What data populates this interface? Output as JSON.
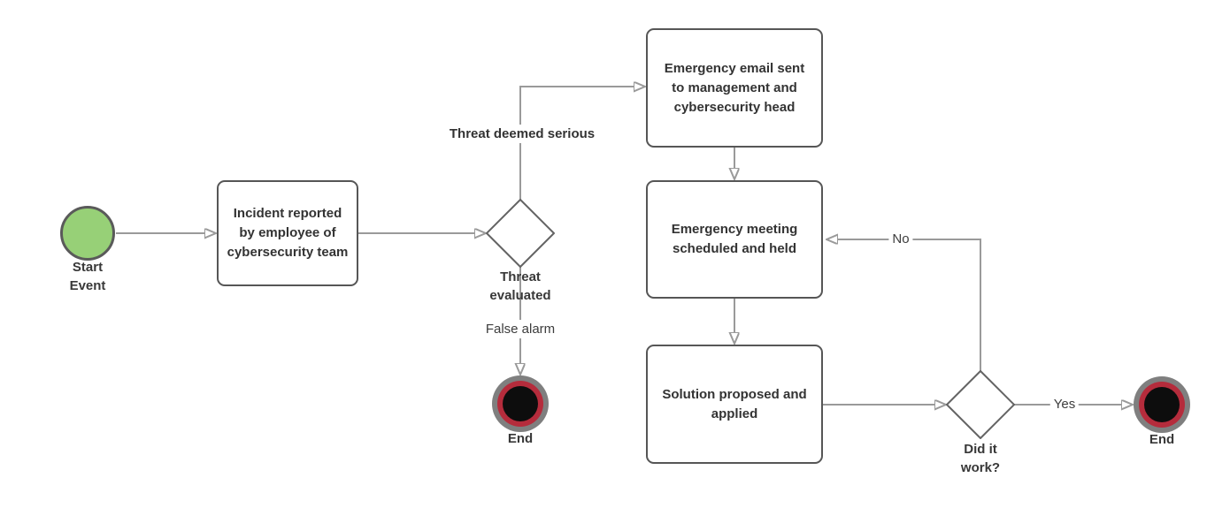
{
  "canvas": {
    "background": "#ffffff"
  },
  "palette": {
    "connector_line": "#9a9a9a",
    "shape_border": "#565656",
    "text": "#333333",
    "start_event_fill": "#97d077",
    "end_event_outer_ring": "#7f7f7f",
    "end_event_inner_ring": "#b52c3c",
    "end_event_core": "#0d0d0d"
  },
  "diagram": {
    "type": "flowchart",
    "nodes": {
      "start_event": {
        "type": "start",
        "label": "Start Event"
      },
      "incident_reported": {
        "type": "task",
        "label": "Incident reported by employee of cybersecurity team"
      },
      "threat_evaluated": {
        "type": "decision",
        "label": "Threat evaluated"
      },
      "emergency_email": {
        "type": "task",
        "label": "Emergency email sent to management and cybersecurity head"
      },
      "emergency_meeting": {
        "type": "task",
        "label": "Emergency meeting scheduled and held"
      },
      "solution_applied": {
        "type": "task",
        "label": "Solution proposed and applied"
      },
      "did_it_work": {
        "type": "decision",
        "label": "Did it work?"
      },
      "end_false_alarm": {
        "type": "end",
        "label": "End"
      },
      "end_success": {
        "type": "end",
        "label": "End"
      }
    },
    "edges": [
      {
        "from": "start_event",
        "to": "incident_reported",
        "label": ""
      },
      {
        "from": "incident_reported",
        "to": "threat_evaluated",
        "label": ""
      },
      {
        "from": "threat_evaluated",
        "to": "emergency_email",
        "label": "Threat deemed serious"
      },
      {
        "from": "threat_evaluated",
        "to": "end_false_alarm",
        "label": "False alarm"
      },
      {
        "from": "emergency_email",
        "to": "emergency_meeting",
        "label": ""
      },
      {
        "from": "emergency_meeting",
        "to": "solution_applied",
        "label": ""
      },
      {
        "from": "solution_applied",
        "to": "did_it_work",
        "label": ""
      },
      {
        "from": "did_it_work",
        "to": "end_success",
        "label": "Yes"
      },
      {
        "from": "did_it_work",
        "to": "emergency_meeting",
        "label": "No"
      }
    ]
  }
}
